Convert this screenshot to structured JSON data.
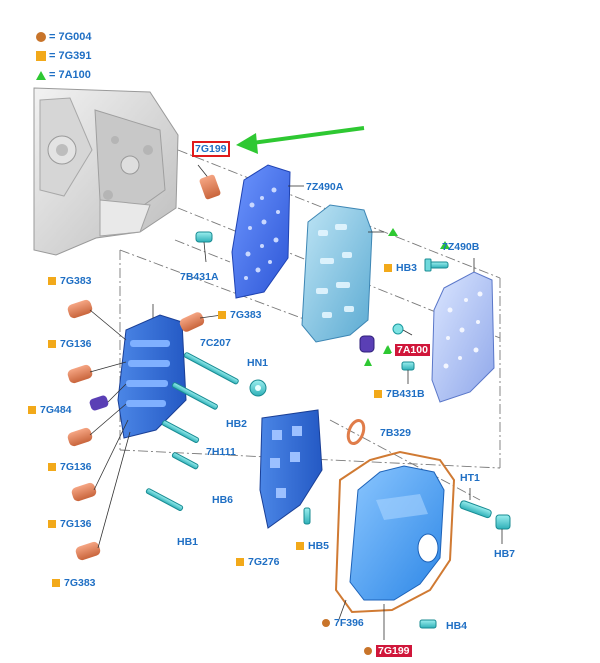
{
  "legend": [
    {
      "symbol": "circle",
      "color": "#c8742a",
      "text": "= 7G004"
    },
    {
      "symbol": "square",
      "color": "#f2a91a",
      "text": "= 7G391"
    },
    {
      "symbol": "triangle",
      "color": "#2ec832",
      "text": "= 7A100"
    }
  ],
  "labels": {
    "p7G199": "7G199",
    "p7Z490A": "7Z490A",
    "p7B431A": "7B431A",
    "p7Z490B": "7Z490B",
    "pHB3": "HB3",
    "p7G383_top_left": "7G383",
    "p7G383_mid": "7G383",
    "p7G136_a": "7G136",
    "p7C207": "7C207",
    "pHN1": "HN1",
    "p7G484": "7G484",
    "pHB2": "HB2",
    "p7G136_b": "7G136",
    "p7H111": "7H111",
    "pHB6": "HB6",
    "p7G136_c": "7G136",
    "pHB1": "HB1",
    "p7G383_bottom": "7G383",
    "p7B431B": "7B431B",
    "p7B329": "7B329",
    "pHT1": "HT1",
    "pHB7": "HB7",
    "p7G276": "7G276",
    "pHB5": "HB5",
    "p7F396": "7F396",
    "pHB4": "HB4",
    "p7A100_hl": "7A100",
    "p7G199_hl": "7G199"
  },
  "colors": {
    "accent_label": "#1f6fc4",
    "pointer_arrow": "#2ec832",
    "highlight_box": "#e01b1b"
  }
}
